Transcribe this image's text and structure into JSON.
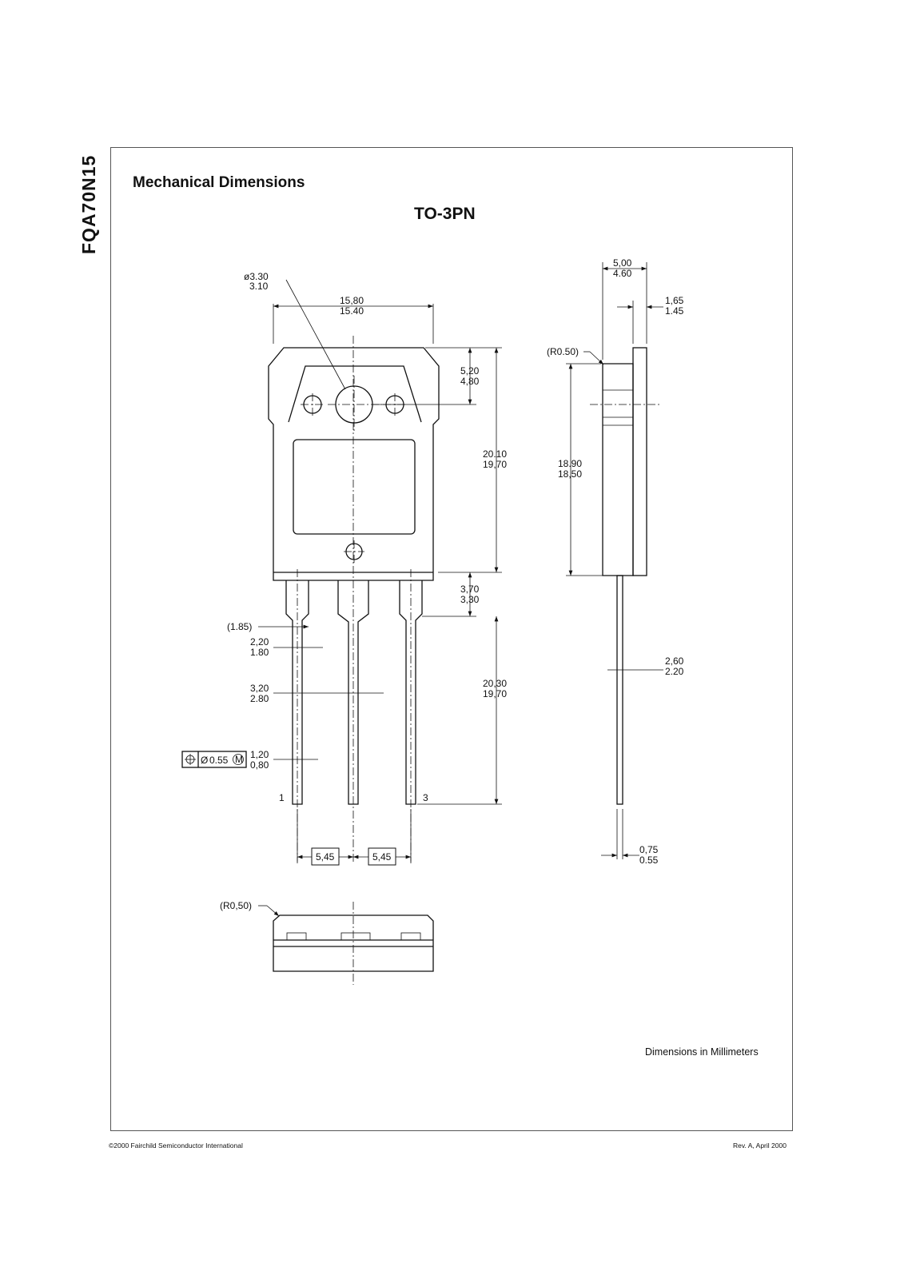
{
  "document": {
    "part_number": "FQA70N15",
    "section_title": "Mechanical Dimensions",
    "package_name": "TO-3PN",
    "units_note": "Dimensions in Millimeters",
    "footer_left": "©2000 Fairchild Semiconductor International",
    "footer_right": "Rev. A, April 2000"
  },
  "front_view": {
    "hole_diameter": [
      "ø3.30",
      "3.10"
    ],
    "body_width": [
      "15,80",
      "15.40"
    ],
    "hole_offset": [
      "5,20",
      "4,80"
    ],
    "body_height": [
      "20.10",
      "19,70"
    ],
    "lead_shoulder": [
      "3,70",
      "3,30"
    ],
    "lead_length": [
      "20,30",
      "19,70"
    ],
    "ref_185": "(1.85)",
    "lead_step_width": [
      "2,20",
      "1.80"
    ],
    "center_lead_width": [
      "3,20",
      "2.80"
    ],
    "lead_width": [
      "1,20",
      "0,80"
    ],
    "position_tolerance": "0.55",
    "position_tol_prefix": "Ø",
    "modifier": "M",
    "pin_1": "1",
    "pin_3": "3",
    "pitch_a": "5,45",
    "pitch_b": "5,45"
  },
  "side_view": {
    "body_thickness": [
      "5,00",
      "4.60"
    ],
    "tab_thickness": [
      "1,65",
      "1.45"
    ],
    "corner_radius": "(R0.50)",
    "side_height": [
      "18.90",
      "18,50"
    ],
    "lead_offset": [
      "2,60",
      "2.20"
    ],
    "lead_thickness": [
      "0,75",
      "0.55"
    ]
  },
  "bottom_view": {
    "corner_radius": "(R0,50)"
  }
}
